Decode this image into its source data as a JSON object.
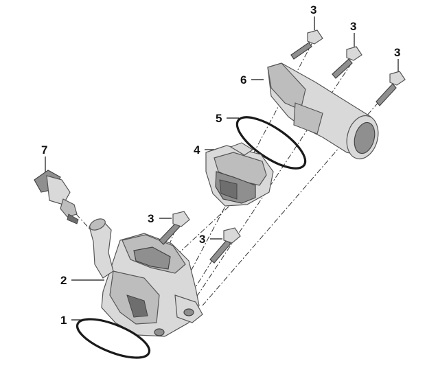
{
  "callouts": {
    "c1": "1",
    "c2": "2",
    "c3a": "3",
    "c3b": "3",
    "c3c": "3",
    "c3d": "3",
    "c3e": "3",
    "c4": "4",
    "c5": "5",
    "c6": "6",
    "c7": "7"
  },
  "colors": {
    "background": "#ffffff",
    "part_light": "#d9d9d9",
    "part_dark": "#8f8f8f",
    "lines": "#111111"
  }
}
